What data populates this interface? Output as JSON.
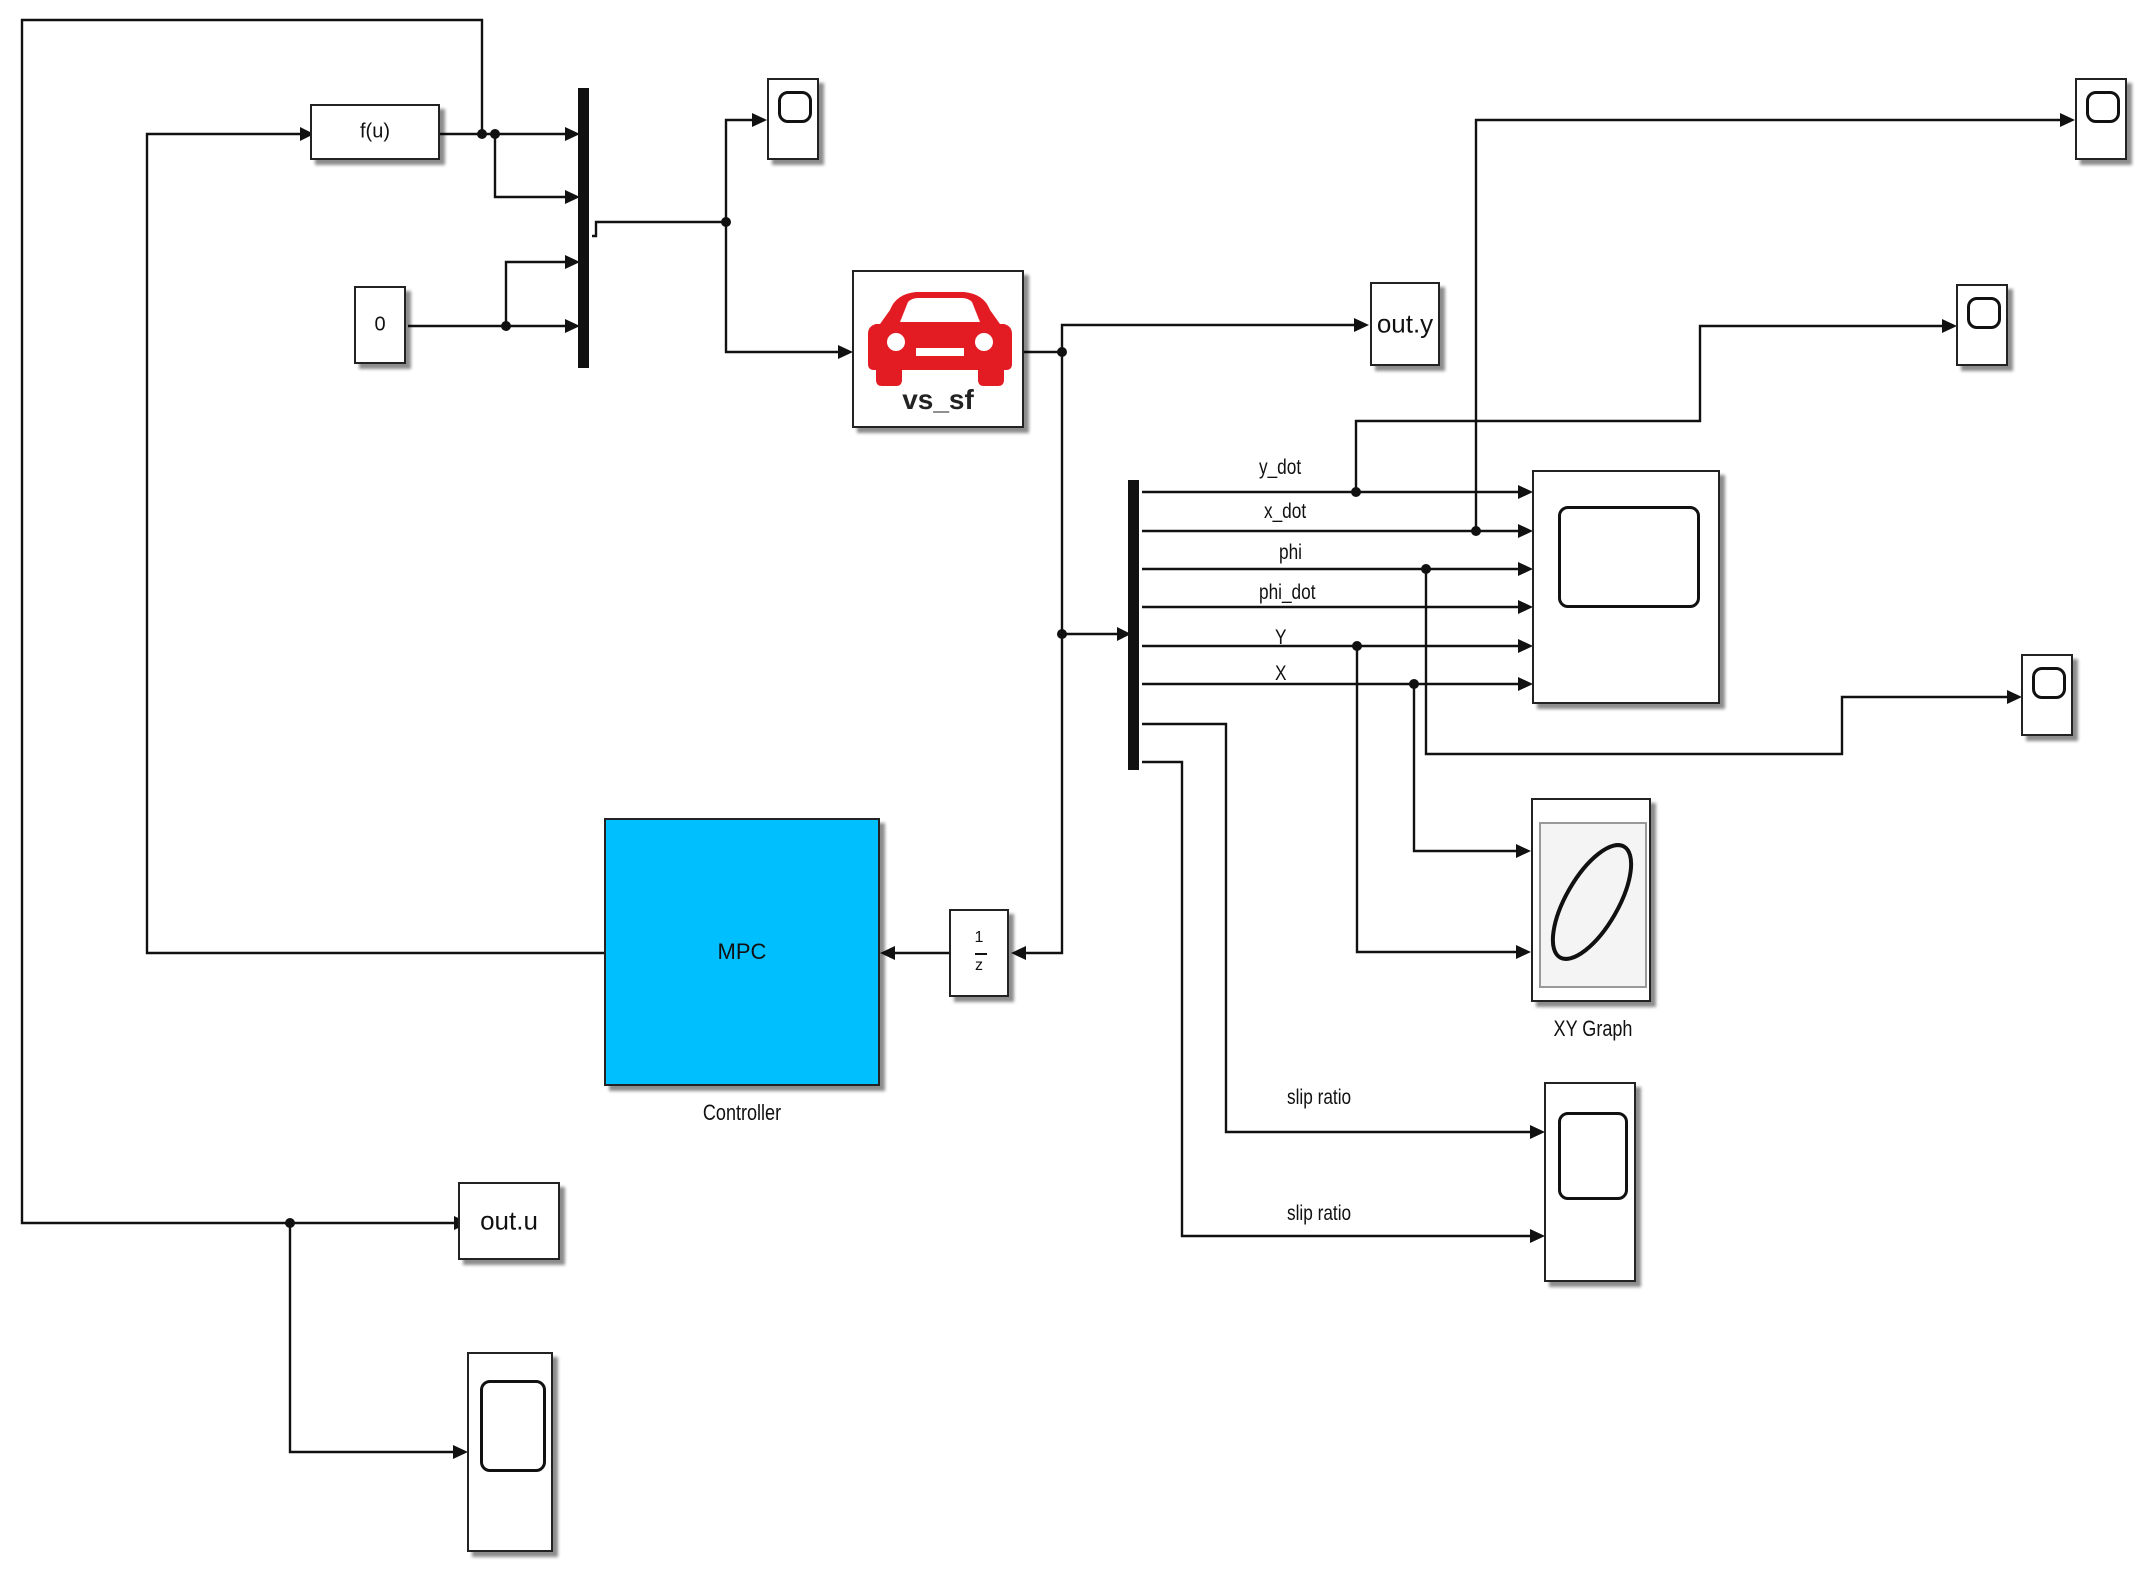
{
  "blocks": {
    "fcn": "f(u)",
    "constant": "0",
    "vehicle": "vs_sf",
    "out_y": "out.y",
    "out_u": "out.u",
    "controller_inner": "MPC",
    "controller_caption": "Controller",
    "delay_num": "1",
    "delay_den": "z",
    "xy_graph_caption": "XY Graph"
  },
  "signals": {
    "y_dot": "y_dot",
    "x_dot": "x_dot",
    "phi": "phi",
    "phi_dot": "phi_dot",
    "Y": "Y",
    "X": "X",
    "slip1": "slip ratio",
    "slip2": "slip ratio"
  },
  "colors": {
    "controller_fill": "#00bfff",
    "vehicle_icon": "#e31b23",
    "line": "#111111"
  },
  "icons": {
    "vehicle": "car-icon",
    "scope": "scope-icon",
    "xy_graph": "xy-graph-icon"
  }
}
